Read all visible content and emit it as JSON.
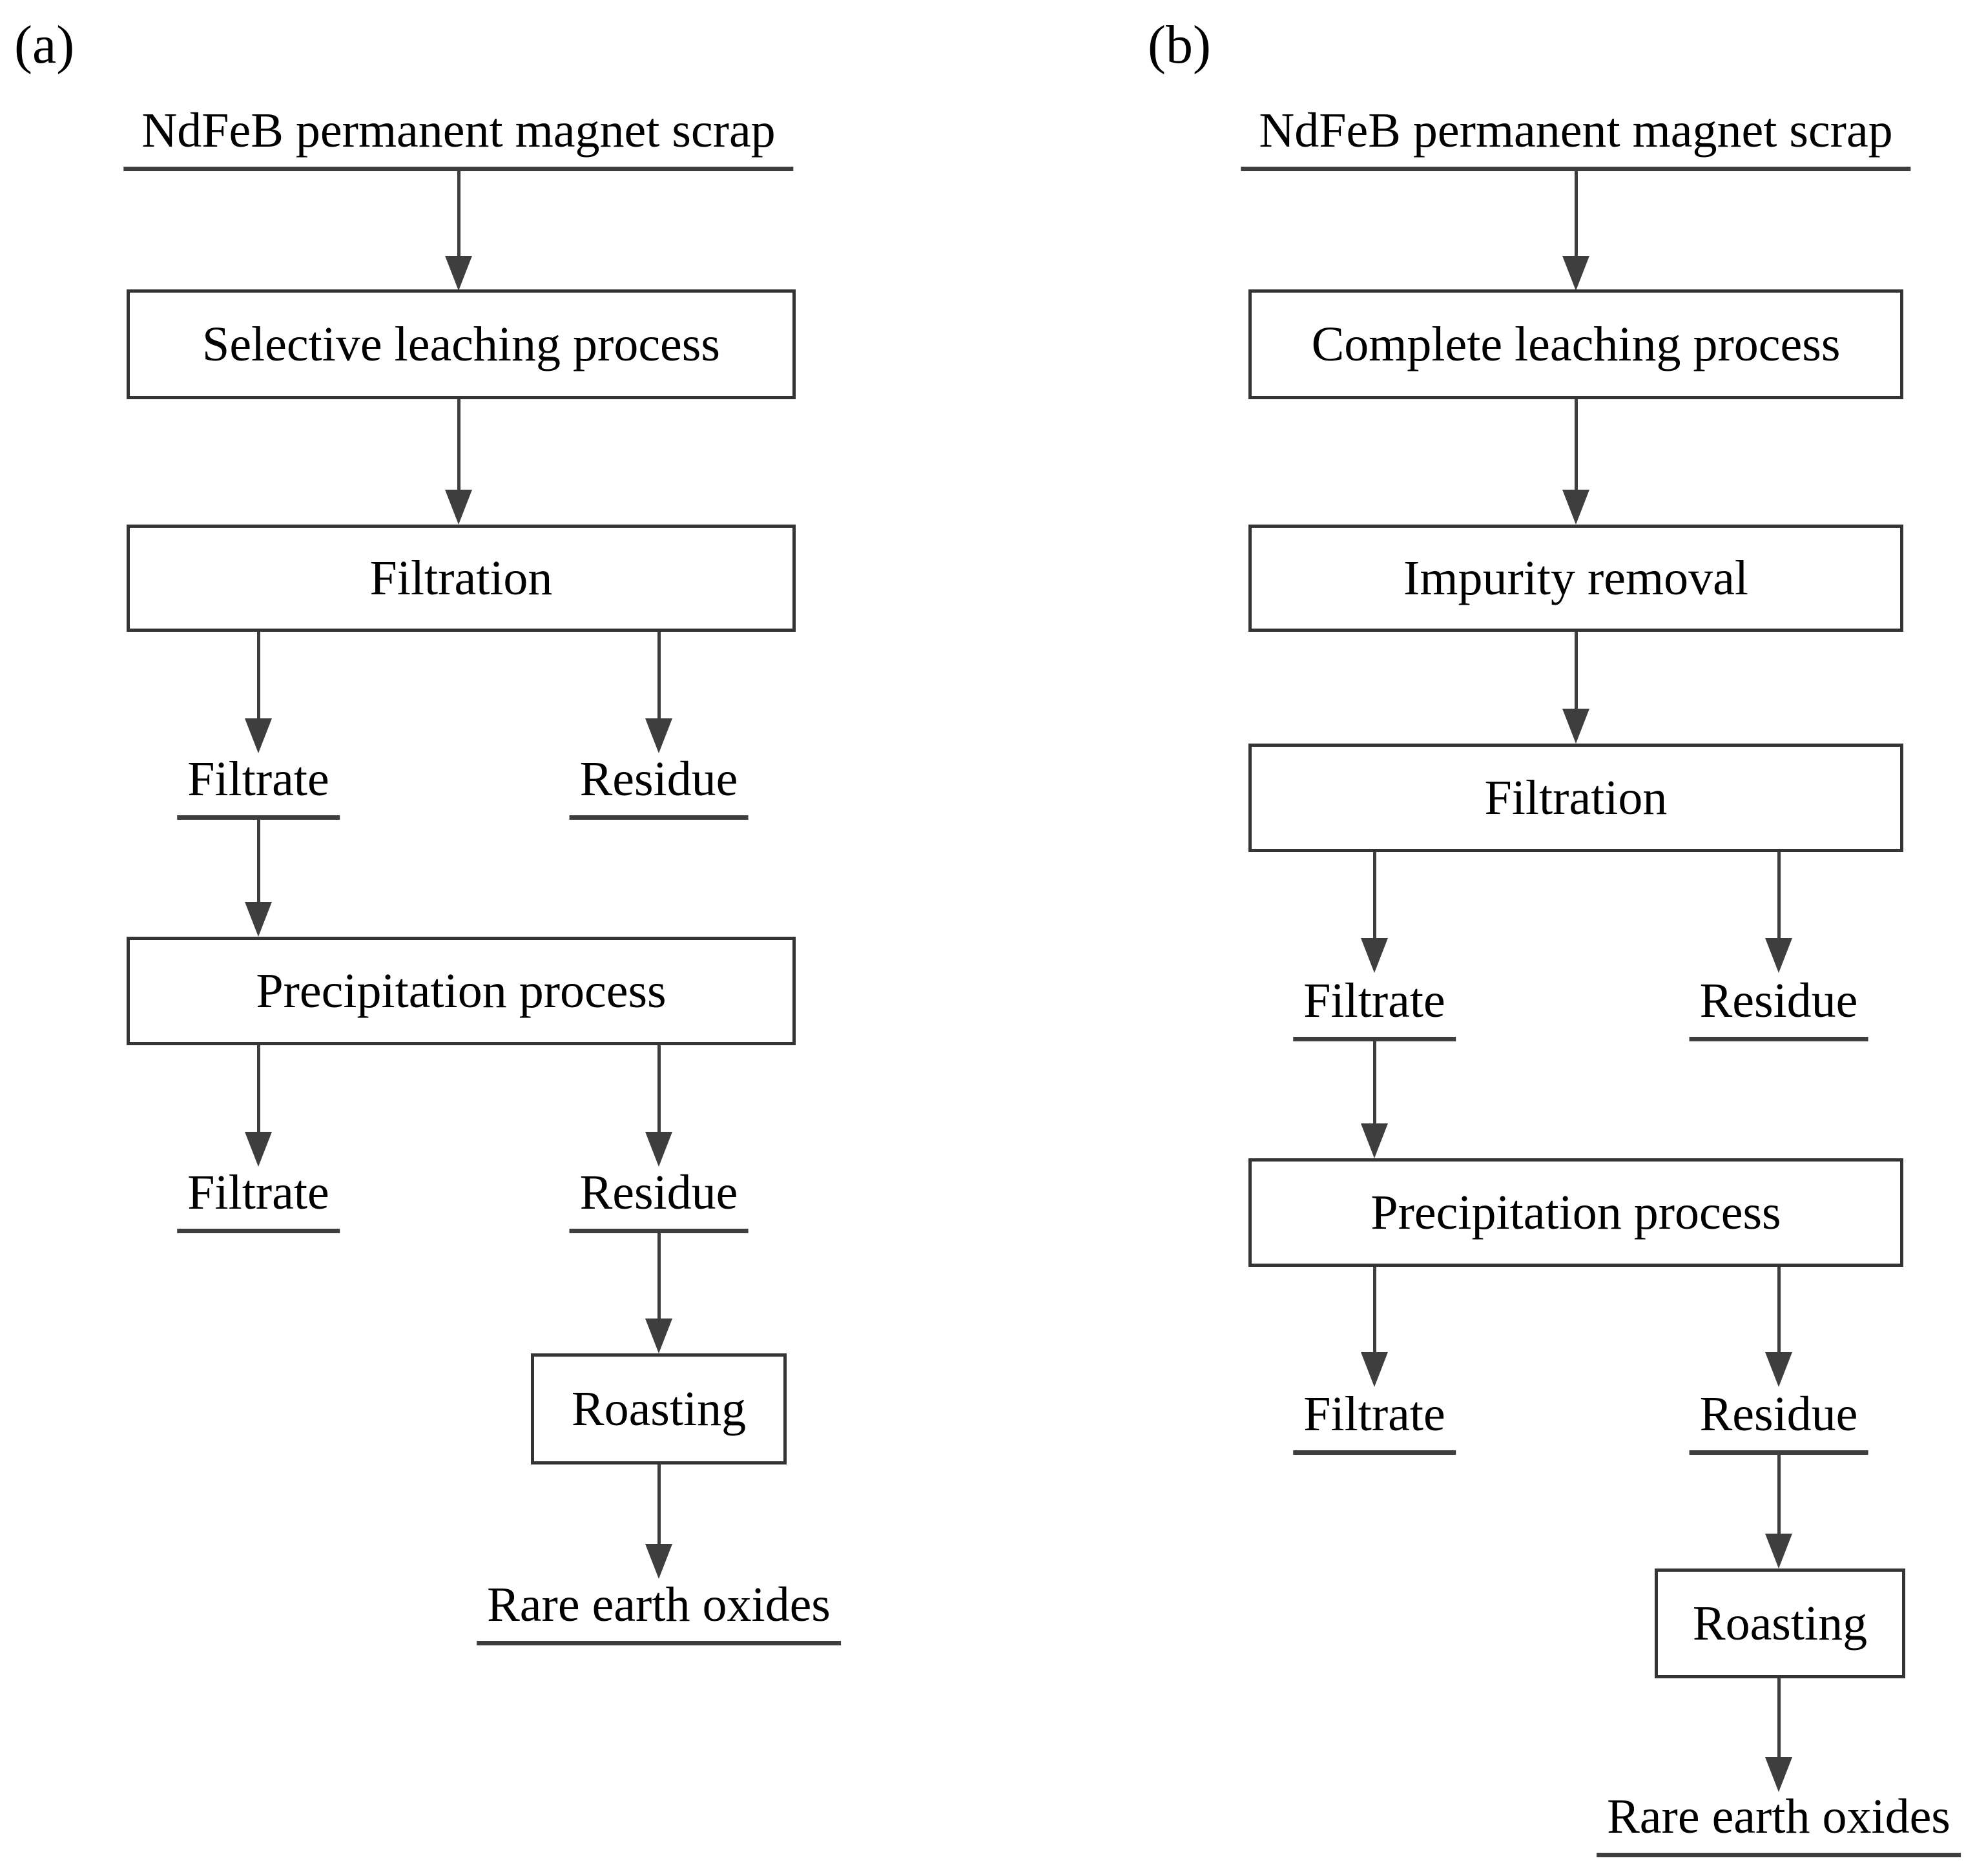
{
  "figure": {
    "background_color": "#ffffff",
    "stroke_color": "#3e3e3e",
    "box_border_color": "#343434",
    "text_color": "#000000"
  },
  "panel_a": {
    "label": "(a)",
    "source": "NdFeB permanent magnet scrap",
    "boxes": {
      "leaching": "Selective leaching process",
      "filtration": "Filtration",
      "precipitation": "Precipitation process",
      "roasting": "Roasting"
    },
    "outputs": {
      "filtrate1": "Filtrate",
      "residue1": "Residue",
      "filtrate2": "Filtrate",
      "residue2": "Residue",
      "product": "Rare earth oxides"
    }
  },
  "panel_b": {
    "label": "(b)",
    "source": "NdFeB permanent magnet scrap",
    "boxes": {
      "leaching": "Complete leaching process",
      "impurity": "Impurity removal",
      "filtration": "Filtration",
      "precipitation": "Precipitation process",
      "roasting": "Roasting"
    },
    "outputs": {
      "filtrate1": "Filtrate",
      "residue1": "Residue",
      "filtrate2": "Filtrate",
      "residue2": "Residue",
      "product": "Rare earth oxides"
    }
  }
}
